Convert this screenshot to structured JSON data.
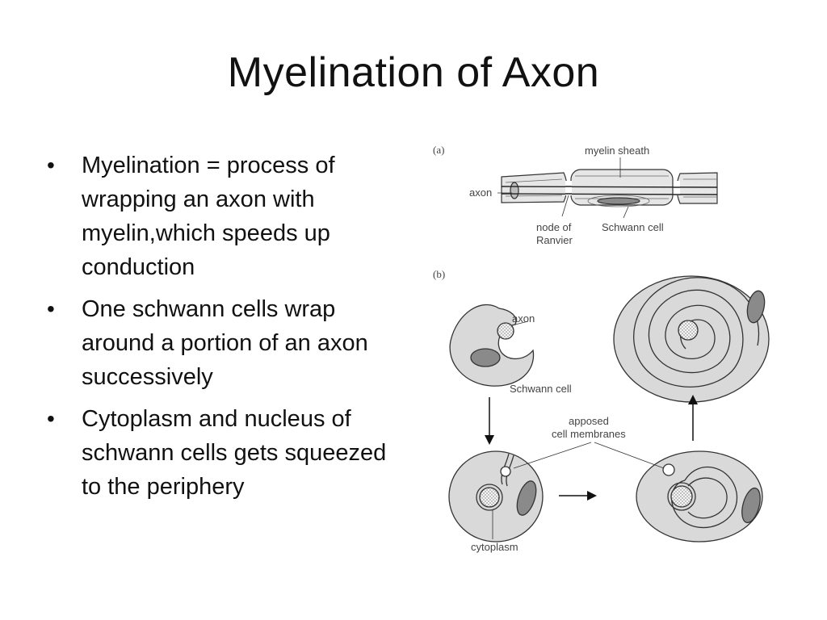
{
  "slide": {
    "title": "Myelination of Axon",
    "bullets": [
      "Myelination = process of wrapping an axon with myelin,which speeds up conduction",
      "One schwann cells wrap around a portion of an axon successively",
      "Cytoplasm and nucleus of schwann cells gets squeezed to the periphery"
    ],
    "bullet_marker": "•"
  },
  "figure": {
    "panel_a": "(a)",
    "panel_b": "(b)",
    "labels": {
      "myelin_sheath": "myelin sheath",
      "axon_a": "axon",
      "node_line1": "node of",
      "node_line2": "Ranvier",
      "schwann_cell_a": "Schwann cell",
      "axon_b": "axon",
      "schwann_cell_b": "Schwann cell",
      "apposed_line1": "apposed",
      "apposed_line2": "cell membranes",
      "cytoplasm": "cytoplasm"
    },
    "colors": {
      "sheath_fill": "#e6e6e6",
      "cell_fill": "#d9d9d9",
      "nucleus_fill": "#8a8a8a",
      "outline": "#333333"
    }
  }
}
